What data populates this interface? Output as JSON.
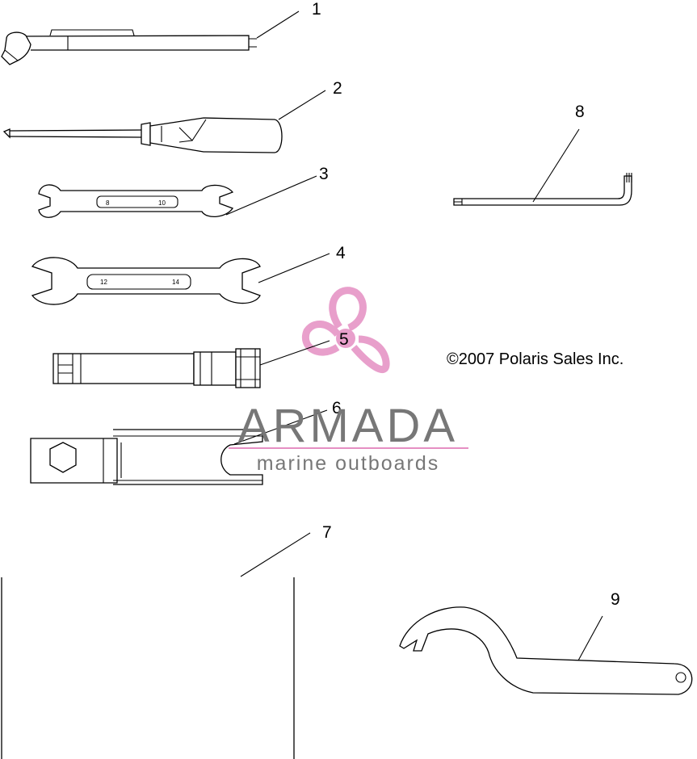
{
  "colors": {
    "line": "#000000",
    "watermark_gray": "#777777",
    "watermark_pink": "#e58fc3"
  },
  "callouts": {
    "c1": "1",
    "c2": "2",
    "c3": "3",
    "c4": "4",
    "c5": "5",
    "c6": "6",
    "c7": "7",
    "c8": "8",
    "c9": "9"
  },
  "wrench_markings": {
    "small_a": "8",
    "small_b": "10",
    "large_a": "12",
    "large_b": "14"
  },
  "copyright": "©2007 Polaris Sales Inc.",
  "watermark": {
    "name": "ARMADA",
    "tagline": "marine outboards",
    "logo": "propeller-logo"
  }
}
